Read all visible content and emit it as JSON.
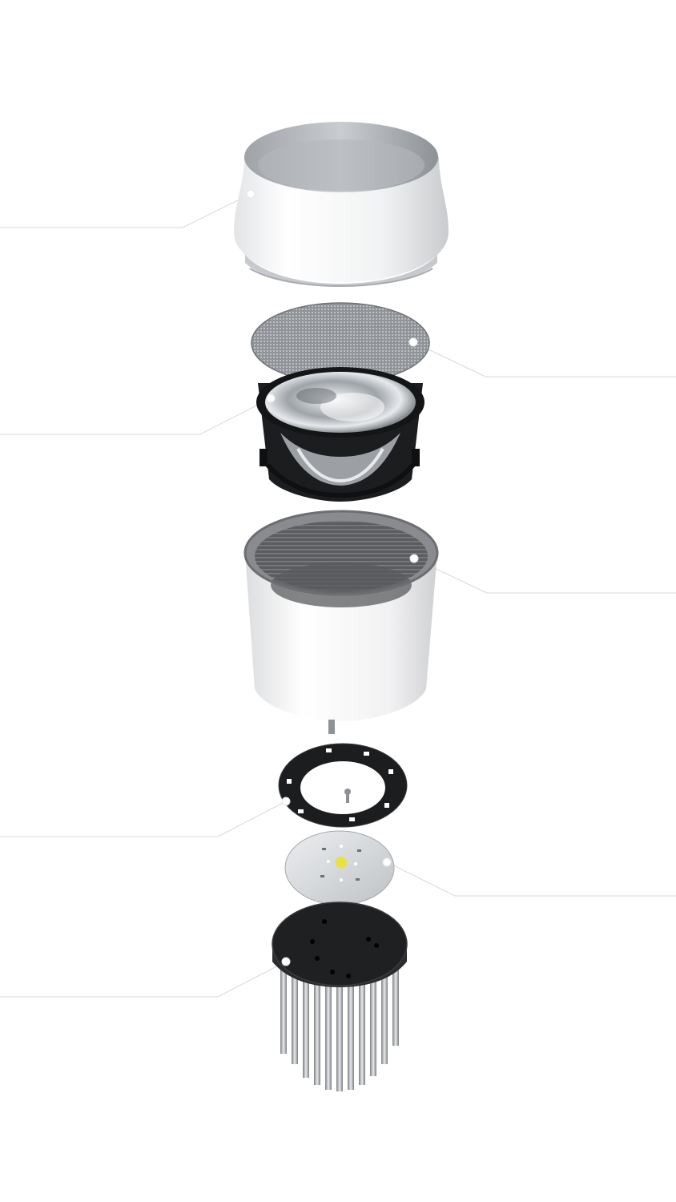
{
  "scene": {
    "type": "exploded-view",
    "background": "#ffffff",
    "components": [
      "outer-trim-ring",
      "diffuser-mesh-disc",
      "reflector-lens-assembly",
      "housing-cup",
      "led-holder-ring",
      "led-board",
      "pin-heatsink"
    ]
  },
  "colors": {
    "trim_white": "#eceeef",
    "trim_inner": "#b8bbbf",
    "mesh": "#a9abae",
    "frame_black": "#1c1d1f",
    "lens_glass": "#cfd3d7",
    "housing_white": "#f3f3f3",
    "housing_inner": "#6e6f72",
    "pcb_silver": "#d6d8da",
    "led_yellow": "#e8e23a",
    "heatsink_black": "#1f2022",
    "heatsink_pins": "#b9bcbf",
    "callout_line": "#d9d9d9"
  }
}
